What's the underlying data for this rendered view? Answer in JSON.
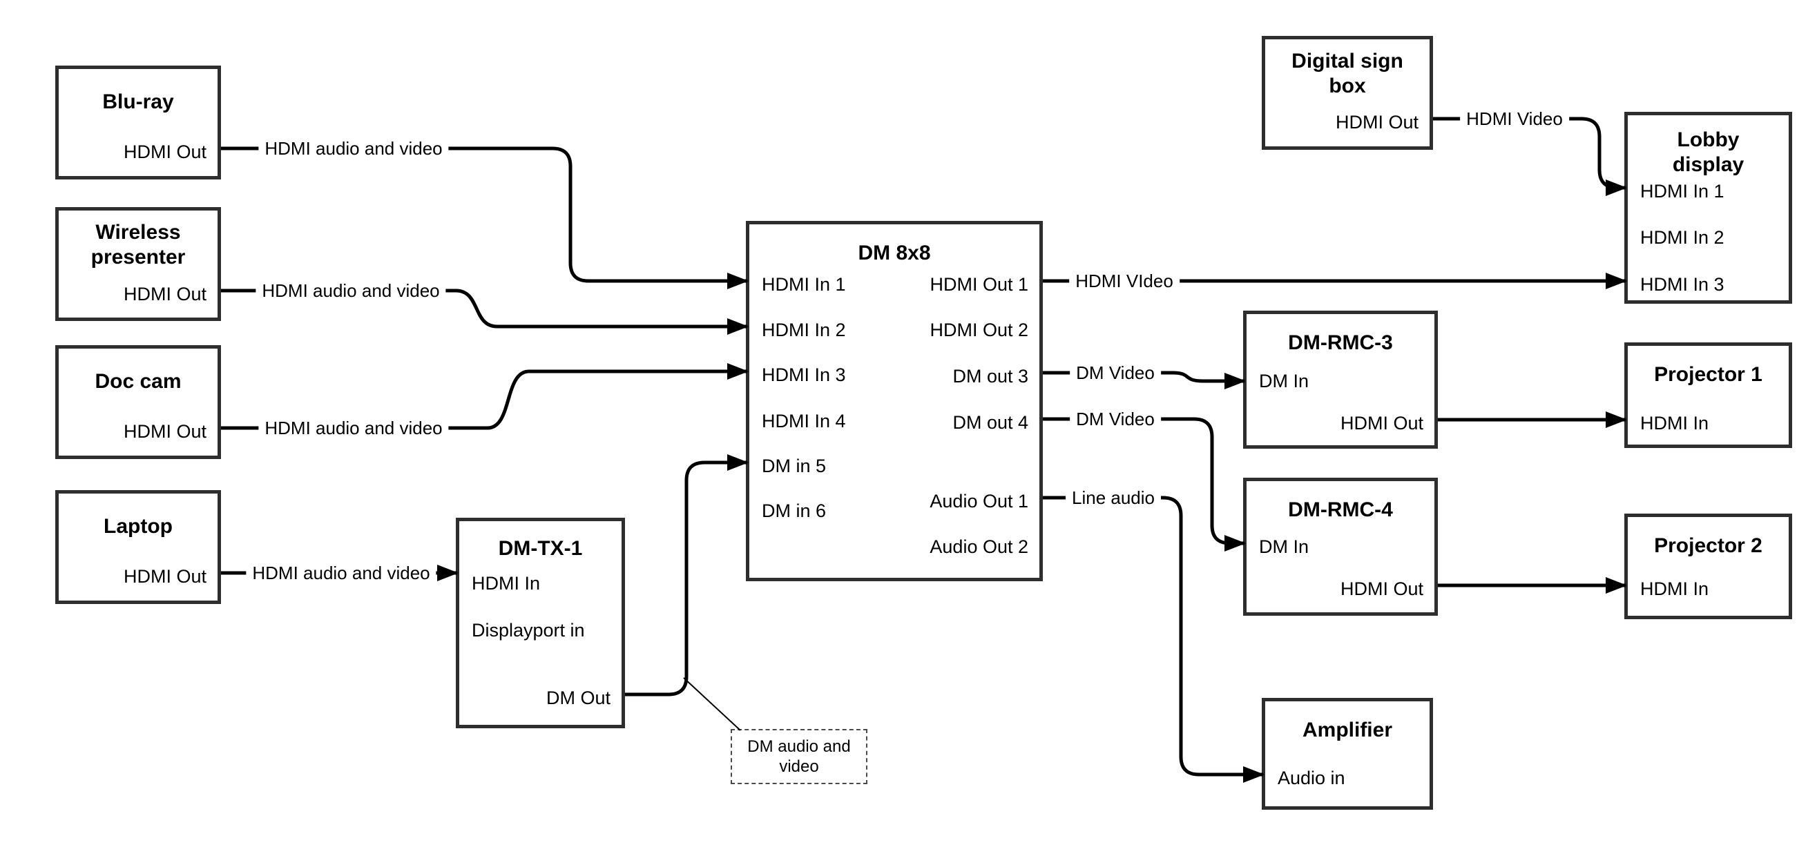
{
  "nodes": {
    "bluray": {
      "title": "Blu-ray",
      "ports": {
        "hdmi_out": "HDMI Out"
      }
    },
    "wireless_presenter": {
      "title": "Wireless presenter",
      "ports": {
        "hdmi_out": "HDMI Out"
      }
    },
    "doc_cam": {
      "title": "Doc cam",
      "ports": {
        "hdmi_out": "HDMI Out"
      }
    },
    "laptop": {
      "title": "Laptop",
      "ports": {
        "hdmi_out": "HDMI Out"
      }
    },
    "dm_tx_1": {
      "title": "DM-TX-1",
      "ports": {
        "hdmi_in": "HDMI In",
        "displayport_in": "Displayport in",
        "dm_out": "DM Out"
      }
    },
    "dm_8x8": {
      "title": "DM 8x8",
      "ports": {
        "hdmi_in_1": "HDMI In 1",
        "hdmi_in_2": "HDMI In 2",
        "hdmi_in_3": "HDMI In 3",
        "hdmi_in_4": "HDMI In 4",
        "dm_in_5": "DM in 5",
        "dm_in_6": "DM in 6",
        "hdmi_out_1": "HDMI Out 1",
        "hdmi_out_2": "HDMI Out 2",
        "dm_out_3": "DM out 3",
        "dm_out_4": "DM out 4",
        "audio_out_1": "Audio Out 1",
        "audio_out_2": "Audio Out 2"
      }
    },
    "digital_sign_box": {
      "title": "Digital sign box",
      "ports": {
        "hdmi_out": "HDMI Out"
      }
    },
    "lobby_display": {
      "title": "Lobby display",
      "ports": {
        "hdmi_in_1": "HDMI In 1",
        "hdmi_in_2": "HDMI In 2",
        "hdmi_in_3": "HDMI In 3"
      }
    },
    "dm_rmc_3": {
      "title": "DM-RMC-3",
      "ports": {
        "dm_in": "DM In",
        "hdmi_out": "HDMI Out"
      }
    },
    "projector_1": {
      "title": "Projector 1",
      "ports": {
        "hdmi_in": "HDMI In"
      }
    },
    "dm_rmc_4": {
      "title": "DM-RMC-4",
      "ports": {
        "dm_in": "DM In",
        "hdmi_out": "HDMI Out"
      }
    },
    "projector_2": {
      "title": "Projector 2",
      "ports": {
        "hdmi_in": "HDMI In"
      }
    },
    "amplifier": {
      "title": "Amplifier",
      "ports": {
        "audio_in": "Audio in"
      }
    }
  },
  "wire_labels": {
    "bluray_to_dm8x8": "HDMI audio and video",
    "wireless_to_dm8x8": "HDMI audio and video",
    "doc_cam_to_dm8x8": "HDMI audio and video",
    "laptop_to_dm_tx_1": "HDMI audio and video",
    "sign_box_to_lobby": "HDMI Video",
    "hdmi_out_1_to_lobby": "HDMI VIdeo",
    "dm_out_3_to_rmc3": "DM Video",
    "dm_out_4_to_rmc4": "DM Video",
    "audio_out_1_to_amplifier": "Line audio"
  },
  "callout": {
    "text": "DM audio and video"
  },
  "colors": {
    "wire": "#000000",
    "box_border": "#2e2e2e",
    "background": "#ffffff",
    "text": "#000000"
  }
}
